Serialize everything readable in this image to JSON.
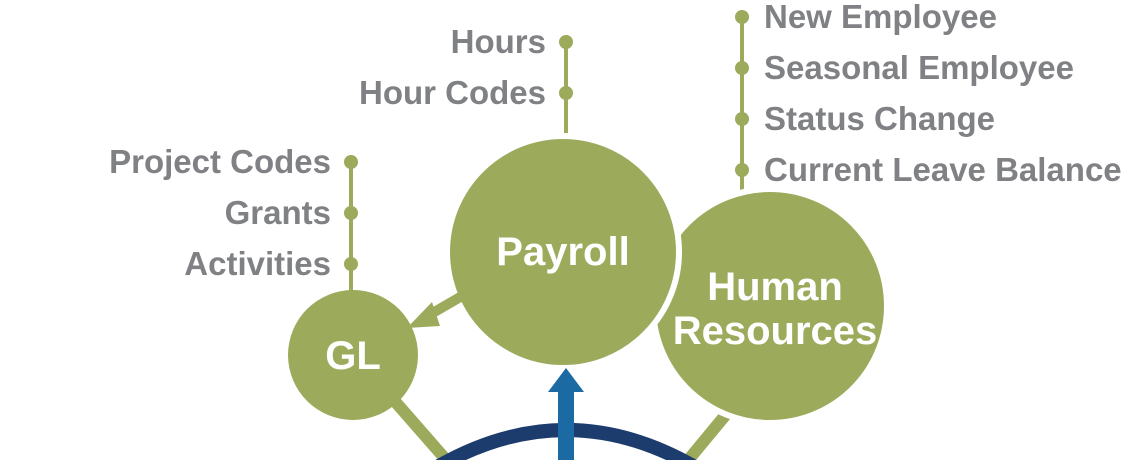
{
  "nodes": {
    "payroll": {
      "label": "Payroll"
    },
    "gl": {
      "label": "GL"
    },
    "hr": {
      "line1": "Human",
      "line2": "Resources"
    }
  },
  "branches": {
    "payroll": [
      "Hours",
      "Hour Codes"
    ],
    "gl": [
      "Project Codes",
      "Grants",
      "Activities"
    ],
    "hr": [
      "New Employee",
      "Seasonal Employee",
      "Status Change",
      "Current Leave Balance"
    ]
  },
  "colors": {
    "node_fill": "#9caa5c",
    "connector": "#9caa5c",
    "label_text": "#808184",
    "node_text": "#ffffff",
    "arc": "#1d3c6e",
    "arrow": "#1c6aa3"
  }
}
